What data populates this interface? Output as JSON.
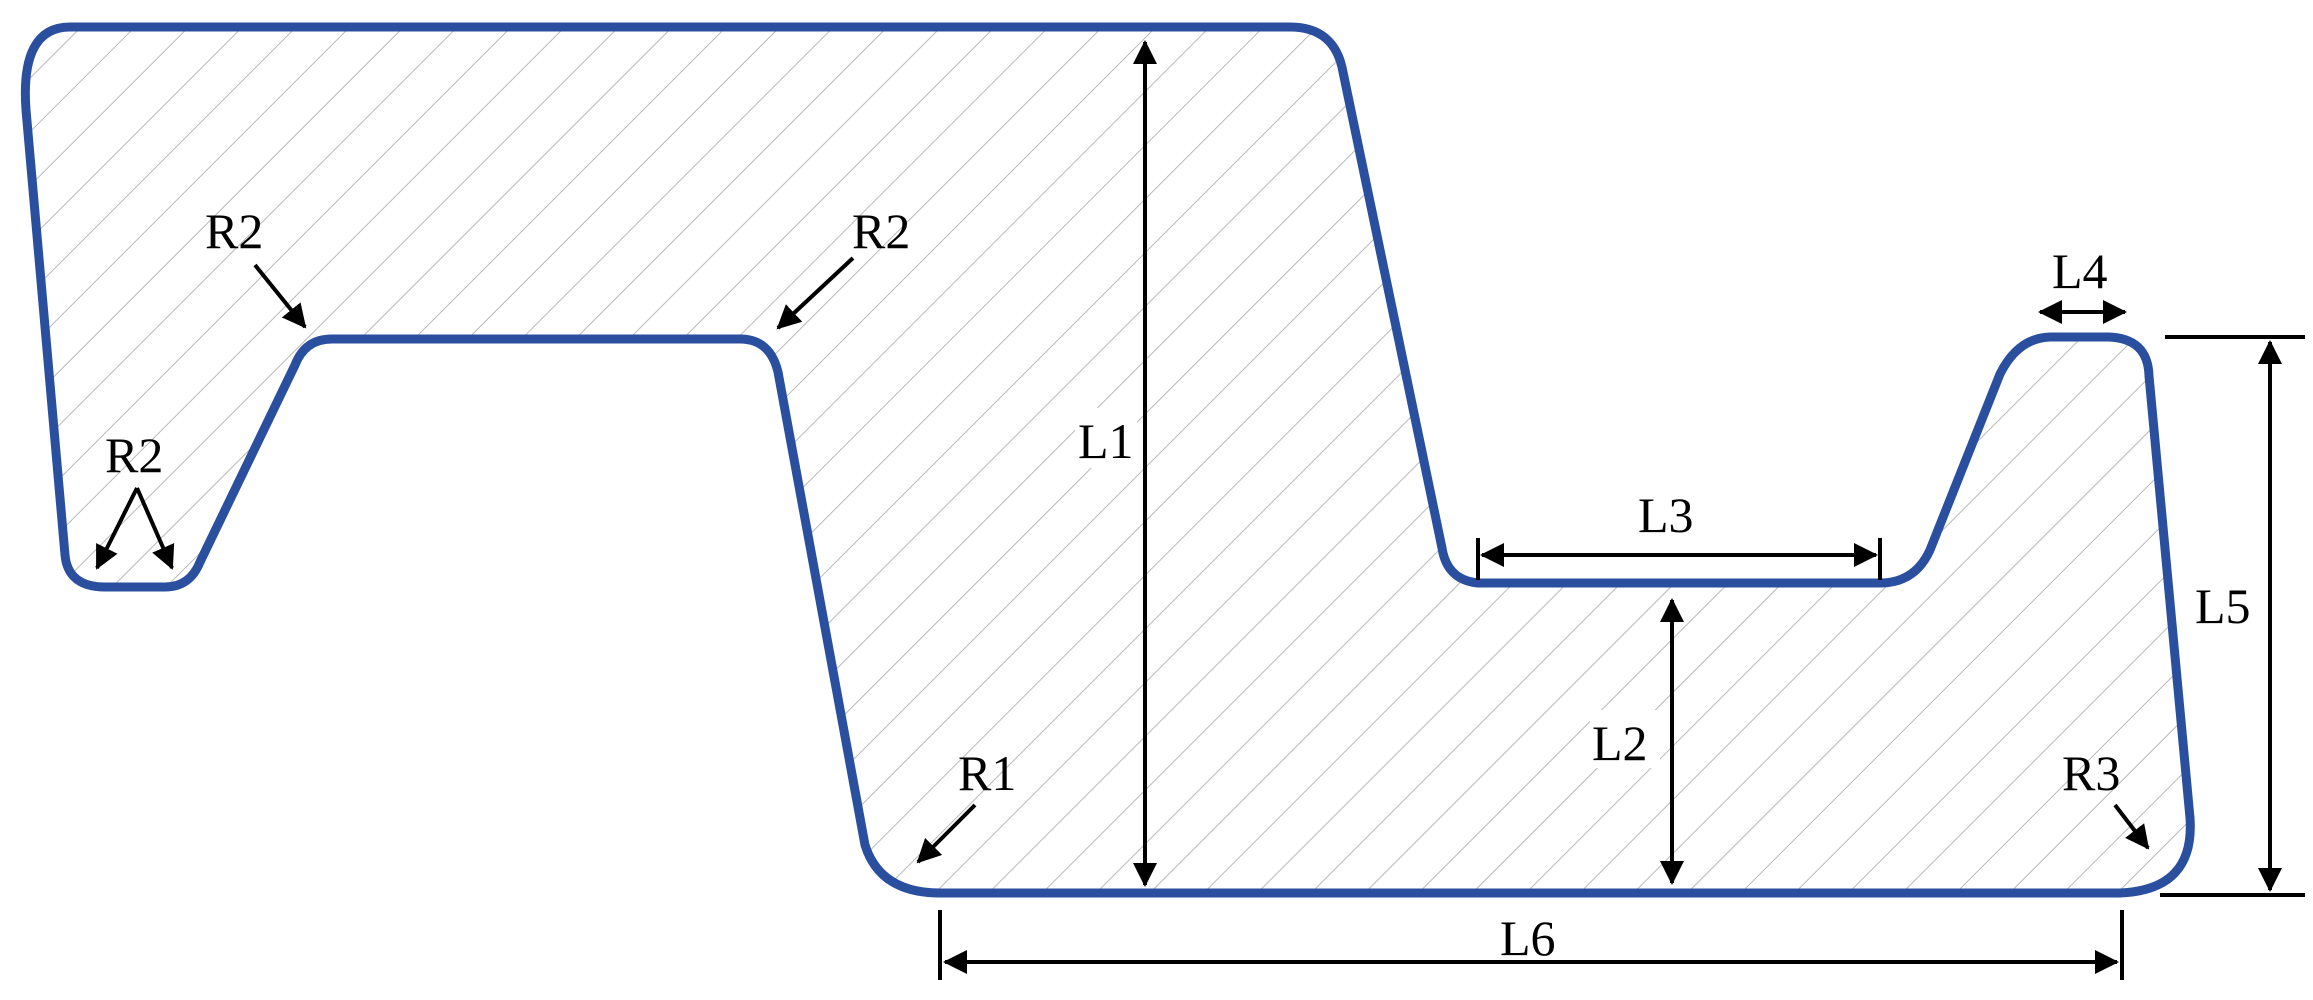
{
  "colors": {
    "outline": "#2b4f9f",
    "hatch": "#b9b9b9",
    "annotation": "#000000",
    "background": "#ffffff"
  },
  "labels": {
    "r2_upper_left": "R2",
    "r2_upper_middle": "R2",
    "r2_lower_left": "R2",
    "r1": "R1",
    "r3": "R3",
    "l1": "L1",
    "l2": "L2",
    "l3": "L3",
    "l4": "L4",
    "l5": "L5",
    "l6": "L6"
  }
}
